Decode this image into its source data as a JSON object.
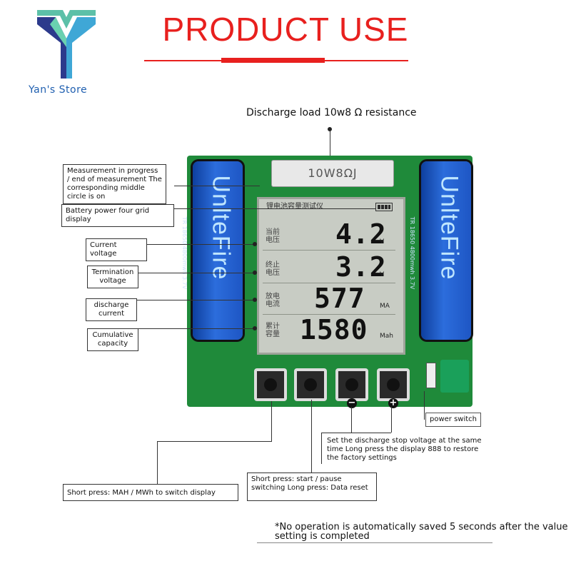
{
  "store": {
    "name": "Yan's Store"
  },
  "title": "PRODUCT USE",
  "resistor": {
    "caption": "Discharge load 10w8 Ω resistance",
    "marking": "10W8ΩJ"
  },
  "callouts": {
    "progress": "Measurement in progress / end of measurement The corresponding middle circle is on",
    "battery_grid": "Battery power four grid display",
    "current_voltage": "Current voltage",
    "termination_voltage": "Termination voltage",
    "discharge_current": "discharge current",
    "cumulative_capacity": "Cumulative capacity",
    "power_switch": "power switch",
    "set_stop_voltage": "Set the discharge stop voltage at the same time Long press the display 888 to restore the factory settings",
    "start_pause": "Short press: start / pause switching Long press: Data reset",
    "mah_mwh": "Short press: MAH / MWh to switch display"
  },
  "lcd": {
    "header": "锂电池容量测试仪",
    "rows": [
      {
        "label": "当前电压",
        "value": "4.2",
        "unit": "V"
      },
      {
        "label": "终止电压",
        "value": "3.2",
        "unit": "V"
      },
      {
        "label": "放电电流",
        "value": "577",
        "unit": "MA"
      },
      {
        "label": "累计容量",
        "value": "1580",
        "unit": "Mah"
      }
    ]
  },
  "battery": {
    "brand": "UnlteFire",
    "spec": "TR 18650 4800mwh 3.7V"
  },
  "buttons": {
    "minus": "−",
    "plus": "+"
  },
  "note": "*No operation is automatically saved 5 seconds after the value setting is completed",
  "colors": {
    "title_red": "#e8201e",
    "board_green": "#1f8a3a",
    "battery_blue": "#1e56c4",
    "logo_blue": "#1f5fb0"
  }
}
